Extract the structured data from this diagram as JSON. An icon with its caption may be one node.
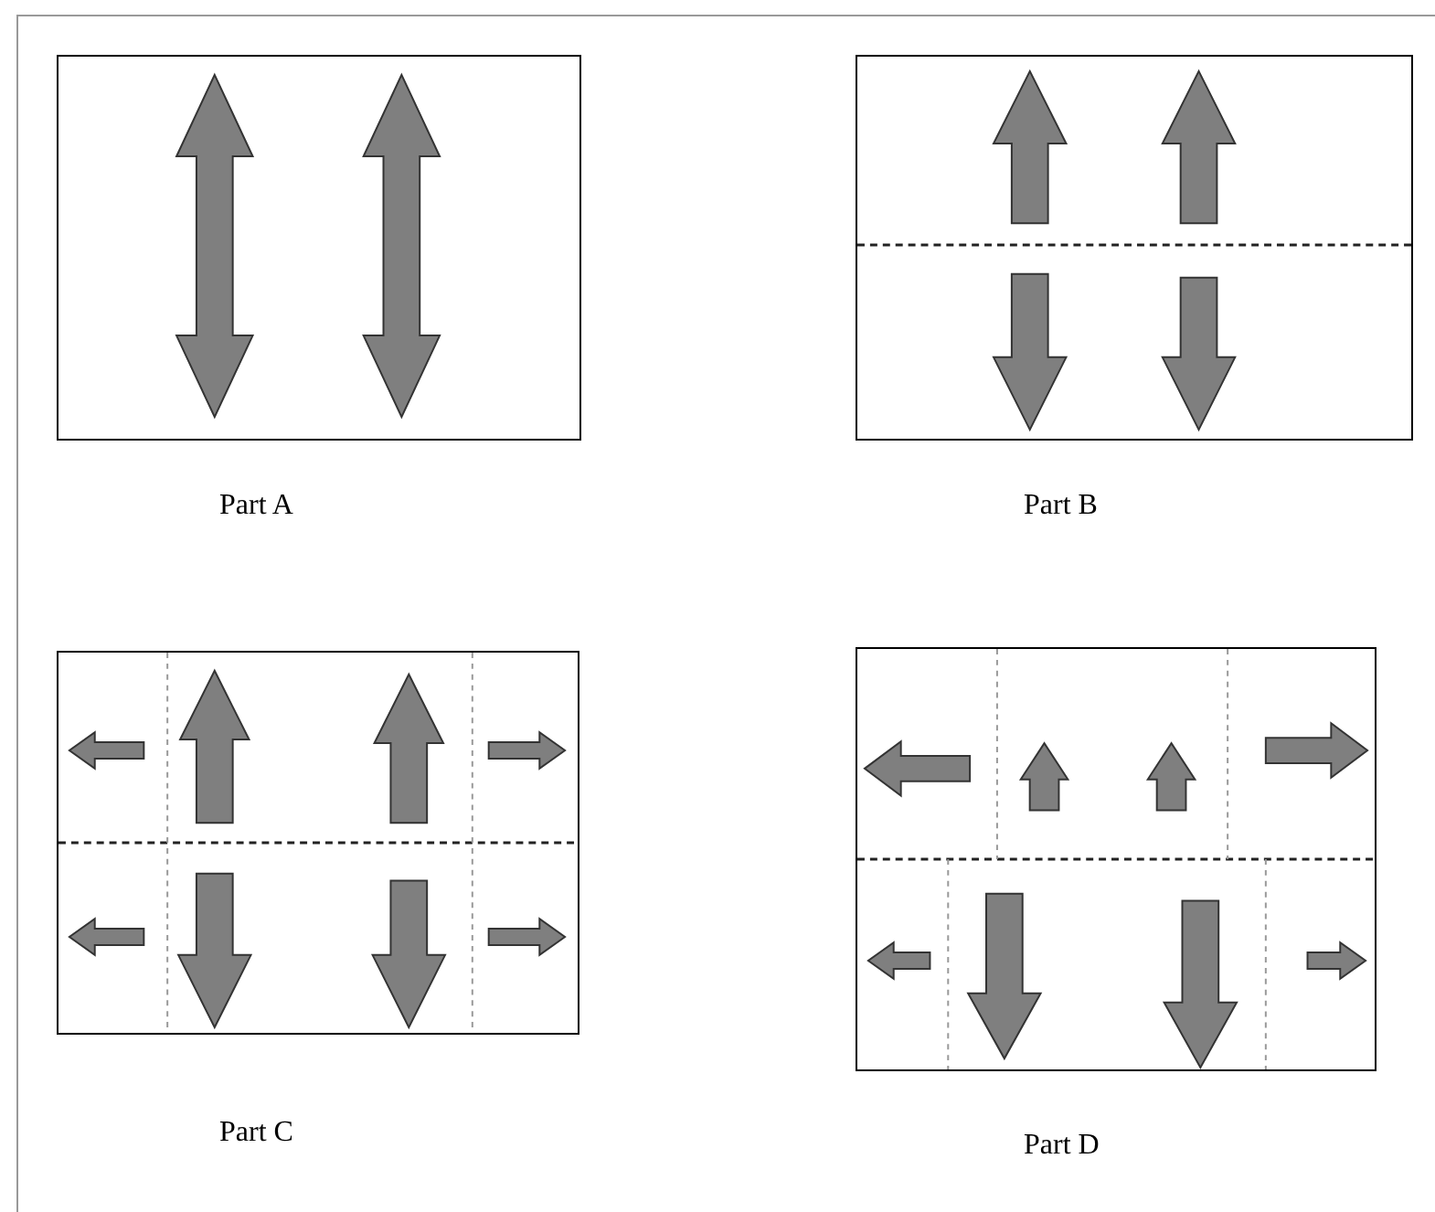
{
  "diagram": {
    "nodes": [
      {
        "text": [],
        "shape": "box",
        "beside": [
          "Part A"
        ]
      },
      {
        "text": [],
        "shape": "box",
        "beside": [
          "Part B"
        ]
      },
      {
        "text": [],
        "shape": "box",
        "beside": [
          "Part C"
        ]
      },
      {
        "text": [],
        "shape": "box",
        "beside": [
          "Part D"
        ]
      }
    ]
  }
}
